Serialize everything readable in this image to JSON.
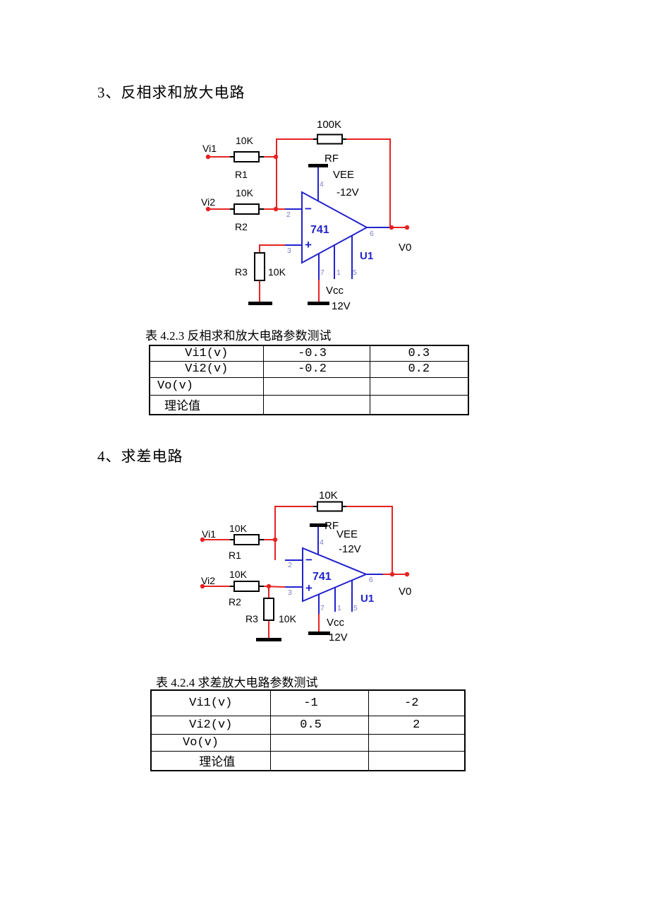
{
  "sections": {
    "s3_title": "3、反相求和放大电路",
    "s4_title": "4、求差电路"
  },
  "circuit1": {
    "rf_value": "100K",
    "rf_name": "RF",
    "vi1": "Vi1",
    "r1_value": "10K",
    "r1_name": "R1",
    "vi2": "Vi2",
    "r2_value": "10K",
    "r2_name": "R2",
    "r3_name": "R3",
    "r3_value": "10K",
    "vee_name": "VEE",
    "vee_value": "-12V",
    "vcc_name": "Vcc",
    "vcc_value": "12V",
    "opamp_model": "741",
    "opamp_ref": "U1",
    "minus": "−",
    "plus": "+",
    "output": "V0",
    "pins": {
      "p1": "1",
      "p2": "2",
      "p3": "3",
      "p4": "4",
      "p5": "5",
      "p6": "6",
      "p7": "7"
    }
  },
  "circuit2": {
    "rf_value": "10K",
    "rf_name": "RF",
    "vi1": "Vi1",
    "r1_value": "10K",
    "r1_name": "R1",
    "vi2": "Vi2",
    "r2_value": "10K",
    "r2_name": "R2",
    "r3_name": "R3",
    "r3_value": "10K",
    "vee_name": "VEE",
    "vee_value": "-12V",
    "vcc_name": "Vcc",
    "vcc_value": "12V",
    "opamp_model": "741",
    "opamp_ref": "U1",
    "minus": "−",
    "plus": "+",
    "output": "V0",
    "pins": {
      "p1": "1",
      "p2": "2",
      "p3": "3",
      "p4": "4",
      "p5": "5",
      "p6": "6",
      "p7": "7"
    }
  },
  "table1": {
    "caption": "表 4.2.3 反相求和放大电路参数测试",
    "rows": [
      {
        "label": "Vi1(v)",
        "c1": "-0.3",
        "c2": "0.3"
      },
      {
        "label": "Vi2(v)",
        "c1": "-0.2",
        "c2": "0.2"
      },
      {
        "label": "Vo(v)",
        "c1": "",
        "c2": ""
      },
      {
        "label": "理论值",
        "c1": "",
        "c2": ""
      }
    ]
  },
  "table2": {
    "caption": "表 4.2.4 求差放大电路参数测试",
    "rows": [
      {
        "label": "Vi1(v)",
        "c1": "-1",
        "c2": "-2"
      },
      {
        "label": "Vi2(v)",
        "c1": "0.5",
        "c2": "2"
      },
      {
        "label": "Vo(v)",
        "c1": "",
        "c2": ""
      },
      {
        "label": "理论值",
        "c1": "",
        "c2": ""
      }
    ]
  },
  "colors": {
    "wire_red": "#e62222",
    "opamp_blue": "#2222cc",
    "pin_label_blue": "#7d7dc4",
    "text_black": "#000000"
  }
}
